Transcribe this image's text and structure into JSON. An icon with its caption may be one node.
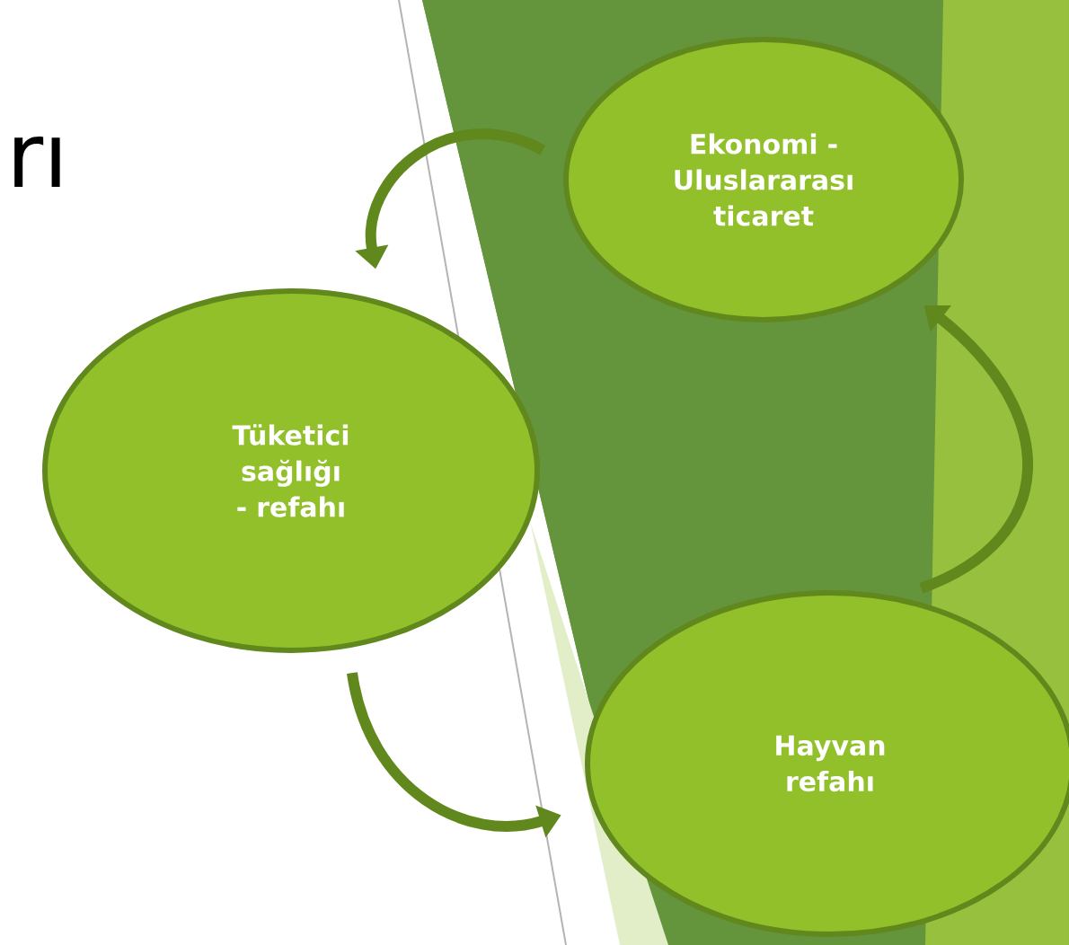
{
  "diagram": {
    "title": "rı",
    "nodes": [
      {
        "text": [
          "Ekonomi - Uluslararası ticaret"
        ]
      },
      {
        "text": [
          "Tüketici sağlığı - refahı"
        ]
      },
      {
        "text": [
          "Hayvan refahı"
        ]
      }
    ],
    "edges": [
      {
        "from": 0,
        "to": 1,
        "arrow": "to"
      },
      {
        "from": 1,
        "to": 2,
        "arrow": "to"
      },
      {
        "from": 2,
        "to": 0,
        "arrow": "to"
      }
    ]
  }
}
